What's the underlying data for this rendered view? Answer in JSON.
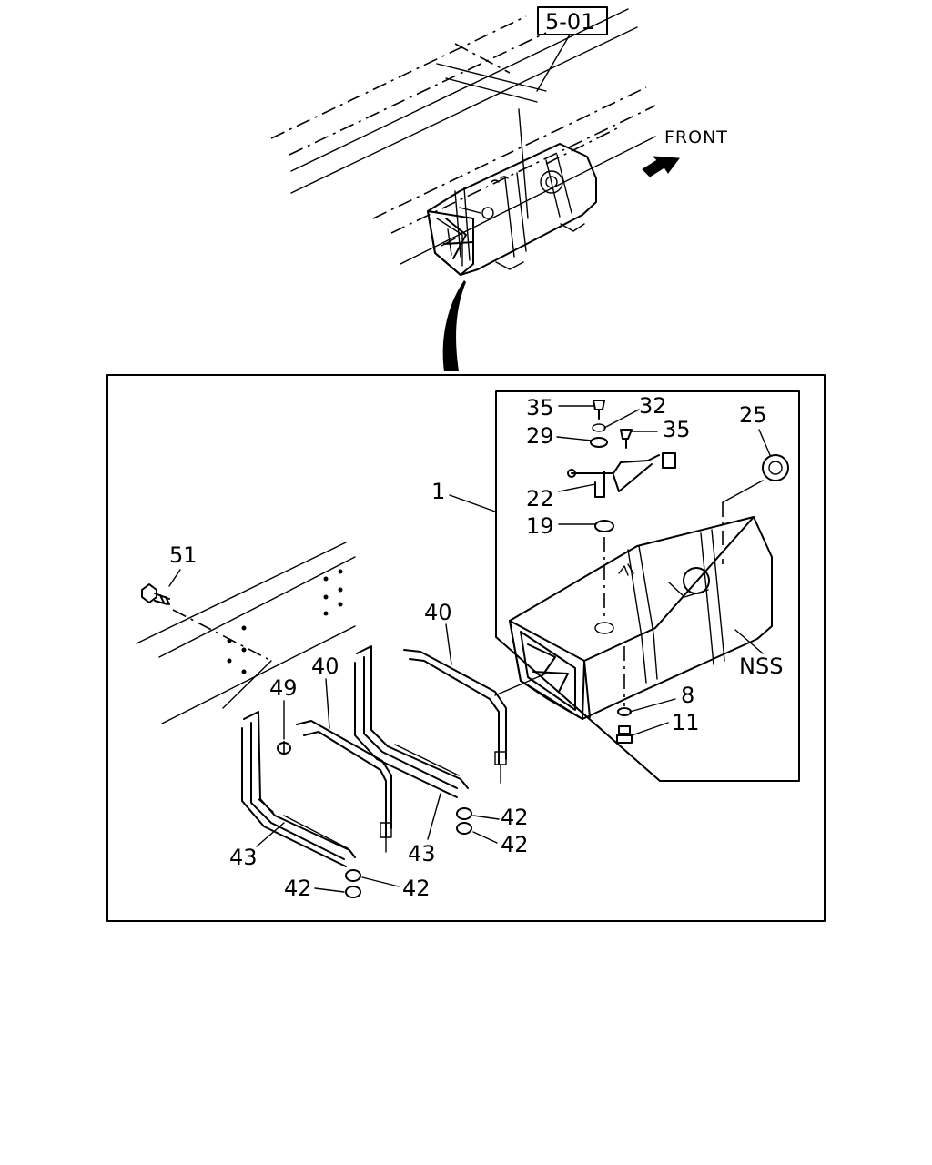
{
  "reference_box": "5-01",
  "direction_label": "FRONT",
  "callouts": {
    "c35a": "35",
    "c32": "32",
    "c29": "29",
    "c35b": "35",
    "c25": "25",
    "c1": "1",
    "c22": "22",
    "c19": "19",
    "c51": "51",
    "c40a": "40",
    "c40b": "40",
    "c49": "49",
    "cNSS": "NSS",
    "c8": "8",
    "c11": "11",
    "c42a": "42",
    "c42b": "42",
    "c43a": "43",
    "c43b": "43",
    "c42c": "42",
    "c42d": "42"
  }
}
